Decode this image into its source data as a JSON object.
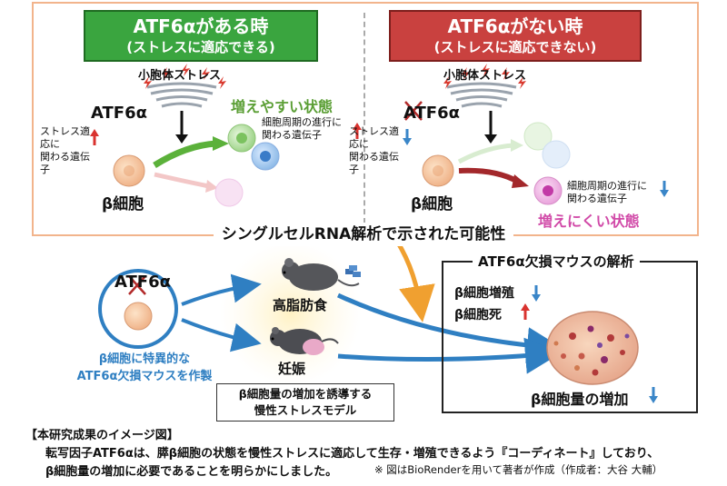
{
  "left_panel": {
    "header_line1": "ATF6αがある時",
    "header_line2": "(ストレスに適応できる)",
    "stress_label": "小胞体ストレス",
    "atf_label": "ATF6α",
    "gene_label_line1": "ストレス適応に",
    "gene_label_line2": "関わる遺伝子",
    "cycle_label_line1": "細胞周期の進行に",
    "cycle_label_line2": "関わる遺伝子",
    "beta_cell": "β細胞",
    "state": "増えやすい状態",
    "header_color": "#3aa53f"
  },
  "right_panel": {
    "header_line1": "ATF6αがない時",
    "header_line2": "(ストレスに適応できない)",
    "stress_label": "小胞体ストレス",
    "atf_label": "ATF6α",
    "gene_label_line1": "ストレス適応に",
    "gene_label_line2": "関わる遺伝子",
    "cycle_label_line1": "細胞周期の進行に",
    "cycle_label_line2": "関わる遺伝子",
    "beta_cell": "β細胞",
    "state": "増えにくい状態",
    "header_color": "#c9413f"
  },
  "center_title": "シングルセルRNA解析で示された可能性",
  "bottom": {
    "atf_label": "ATF6α",
    "mouse_caption_line1": "β細胞に特異的な",
    "mouse_caption_line2": "ATF6α欠損マウスを作製",
    "high_fat_diet": "高脂肪食",
    "pregnancy": "妊娠",
    "model_line1": "β細胞量の増加を誘導する",
    "model_line2": "慢性ストレスモデル",
    "analysis_title": "ATF6α欠損マウスの解析",
    "proliferation": "β細胞増殖",
    "death": "β細胞死",
    "mass_increase": "β細胞量の増加"
  },
  "notes": {
    "heading": "【本研究成果のイメージ図】",
    "line1": "転写因子ATF6αは、膵β細胞の状態を慢性ストレスに適応して生存・増殖できるよう『コーディネート』しており、",
    "line2": "β細胞量の増加に必要であることを明らかにしました。",
    "credit": "※ 図はBioRenderを用いて著者が作成（作成者：大谷 大輔）"
  },
  "colors": {
    "up_arrow": "#d9332f",
    "down_arrow": "#3a86c8",
    "frame_orange": "#f2b48c",
    "blue_caption": "#2f7fc2"
  }
}
